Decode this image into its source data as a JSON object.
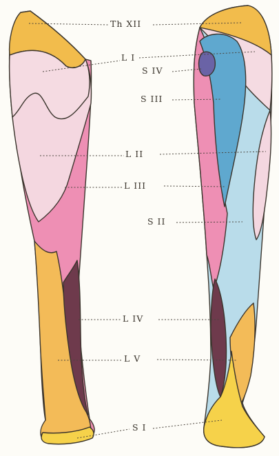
{
  "labels": {
    "th12": "Th XII",
    "l1": "L I",
    "s4": "S IV",
    "s3": "S III",
    "l2": "L II",
    "l3": "L III",
    "s2": "S II",
    "l4": "L IV",
    "l5": "L V",
    "s1": "S I"
  },
  "colors": {
    "th12": "#f2bc4c",
    "l1": "#f5dbe2",
    "l2": "#f4d7e0",
    "l3": "#ee8fb4",
    "l4": "#f3bb58",
    "l5": "#6e3a4c",
    "s1": "#f6d24a",
    "s2": "#b9dcea",
    "s3": "#5fa8cf",
    "s4": "#6a63a6",
    "outline": "#3a342c"
  }
}
